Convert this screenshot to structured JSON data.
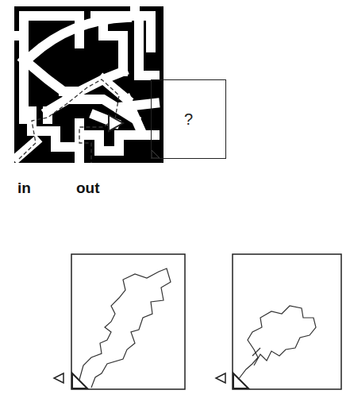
{
  "diagram": {
    "nodes": [
      {
        "text": [
          "?"
        ]
      }
    ],
    "labels": [
      "in",
      "out"
    ]
  }
}
